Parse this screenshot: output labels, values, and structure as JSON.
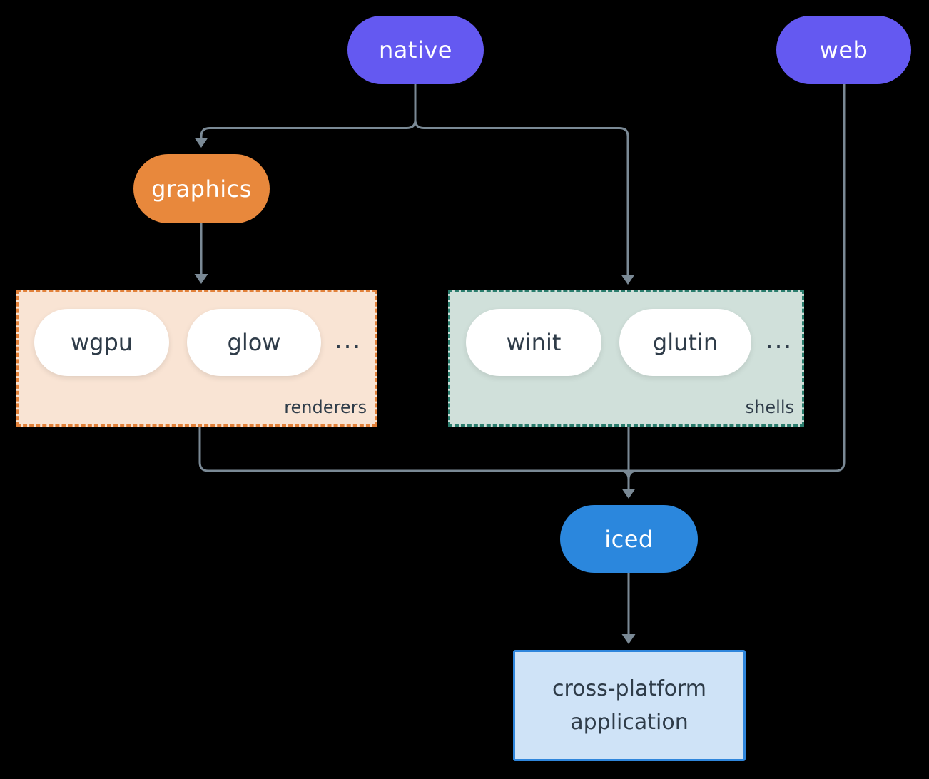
{
  "colors": {
    "canvas_bg": "#000000",
    "connector": "#7a8995",
    "native": "#6459f1",
    "web": "#6459f1",
    "graphics": "#e8883c",
    "iced": "#2b87dd",
    "item_pill_bg": "#ffffff",
    "text_light": "#ffffff",
    "text_dark": "#2f3c49",
    "renderers_bg": "#f9e4d4",
    "renderers_border": "#e2813a",
    "shells_bg": "#d0e0da",
    "shells_border": "#2a7d6d",
    "app_bg": "#cfe3f7",
    "app_border": "#2f86dc"
  },
  "nodes": {
    "native": "native",
    "web": "web",
    "graphics": "graphics",
    "iced": "iced",
    "application": "cross-platform application"
  },
  "groups": {
    "renderers": {
      "label": "renderers",
      "items": [
        "wgpu",
        "glow"
      ],
      "ellipsis": "..."
    },
    "shells": {
      "label": "shells",
      "items": [
        "winit",
        "glutin"
      ],
      "ellipsis": "..."
    }
  }
}
